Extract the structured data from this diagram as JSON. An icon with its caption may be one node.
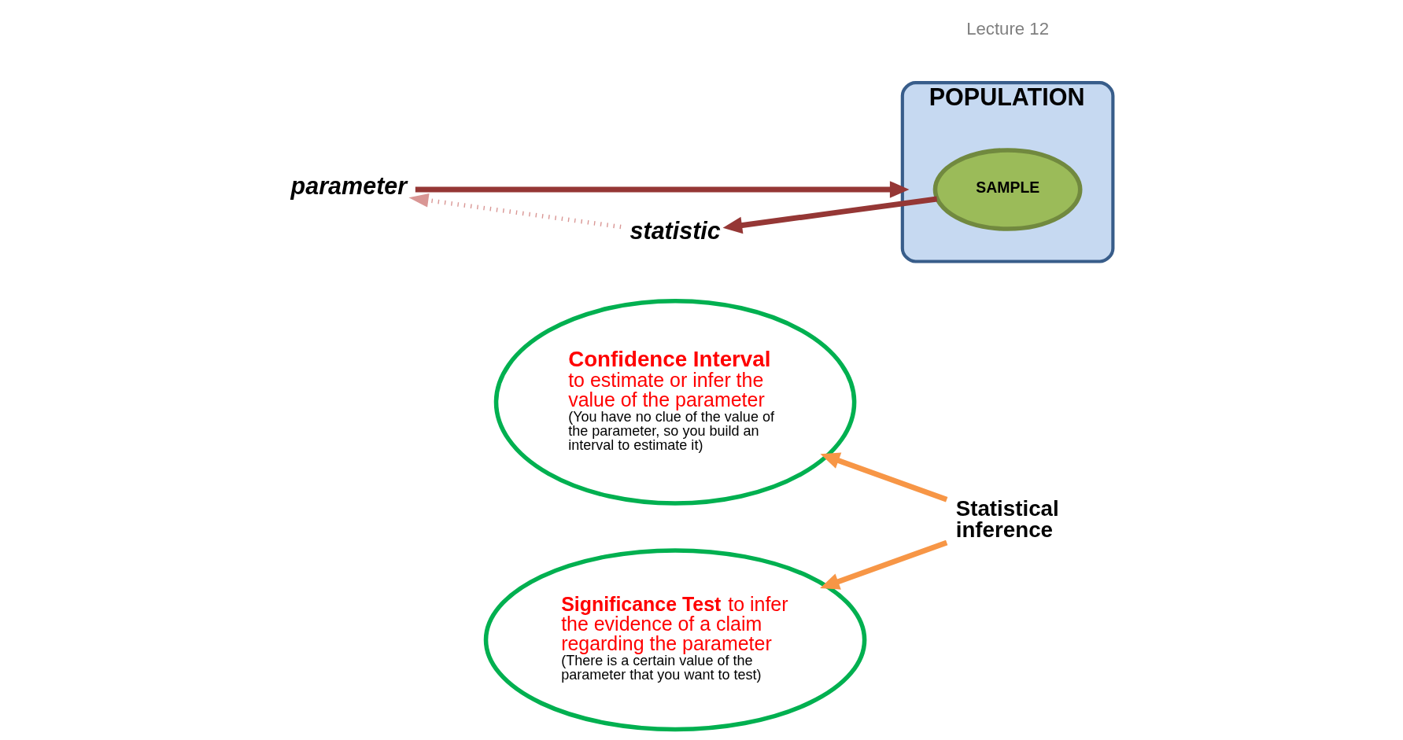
{
  "diagram": {
    "nodes": [
      {
        "text": [
          "Confidence Interval",
          "to estimate or infer the value of the parameter",
          "(You have no clue of the value of the parameter, so you build an interval to estimate it)"
        ]
      },
      {
        "text": [
          "**Significance Test** to infer the evidence of a claim regarding the parameter",
          "(There is a certain value of the parameter that you want to test)"
        ]
      },
      {
        "text": [
          "Statistical inference"
        ]
      },
      {
        "text": [
          "parameter"
        ]
      },
      {
        "text": [
          "statistic"
        ]
      },
      {
        "text": [
          "POPULATION"
        ]
      },
      {
        "text": [
          "SAMPLE"
        ],
        "in": 5
      }
    ],
    "edges": [
      {
        "from": 2,
        "to": 0,
        "arrow": "to",
        "color": "#f79646"
      },
      {
        "from": 2,
        "to": 1,
        "arrow": "to",
        "color": "#f79646"
      },
      {
        "from": 4,
        "to": 3,
        "arrow": "to",
        "style": "dashed",
        "color": "#d99694"
      },
      {
        "from": 3,
        "to": 5,
        "arrow": "to",
        "color": "#953735"
      },
      {
        "from": 6,
        "to": 4,
        "arrow": "to",
        "color": "#953735"
      }
    ],
    "labels": [
      "Lecture 12"
    ]
  }
}
